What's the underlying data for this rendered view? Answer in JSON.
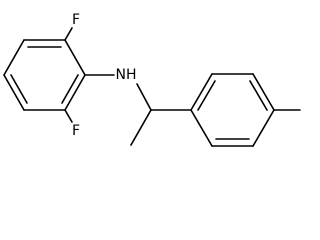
{
  "structure": {
    "atoms": {
      "fluorine_top": "F",
      "fluorine_bottom": "F",
      "amine_nitrogen": "NH"
    },
    "colors": {
      "bond": "#000000",
      "label": "#000000",
      "background": "#ffffff"
    }
  }
}
